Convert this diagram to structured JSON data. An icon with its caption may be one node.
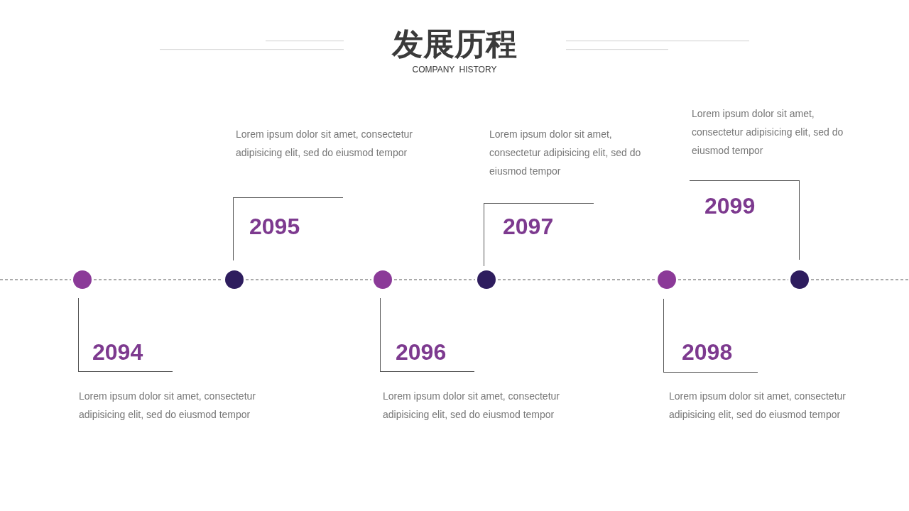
{
  "diagram": {
    "title": "发展历程",
    "nodes": [
      {
        "text": [],
        "shape": "circle"
      },
      {
        "text": [],
        "shape": "circle"
      },
      {
        "text": [],
        "shape": "circle"
      },
      {
        "text": [],
        "shape": "circle"
      },
      {
        "text": [],
        "shape": "circle"
      },
      {
        "text": [],
        "shape": "circle"
      },
      {
        "text": [
          "2094"
        ],
        "beside": [
          "Lorem ipsum dolor sit amet, consectetur adipisicing elit, sed do eiusmod tempor"
        ]
      },
      {
        "text": [
          "2095"
        ],
        "beside": [
          "Lorem ipsum dolor sit amet, consectetur adipisicing elit, sed do eiusmod tempor"
        ]
      },
      {
        "text": [
          "2096"
        ],
        "beside": [
          "Lorem ipsum dolor sit amet, consectetur adipisicing elit, sed do eiusmod tempor"
        ]
      },
      {
        "text": [
          "2097"
        ],
        "beside": [
          "Lorem ipsum dolor sit amet, consectetur adipisicing elit, sed do eiusmod tempor"
        ]
      },
      {
        "text": [
          "2098"
        ],
        "beside": [
          "Lorem ipsum dolor sit amet, consectetur adipisicing elit, sed do eiusmod tempor"
        ]
      },
      {
        "text": [
          "2099"
        ],
        "beside": [
          "Lorem ipsum dolor sit amet, consectetur adipisicing elit, sed do eiusmod tempor"
        ]
      }
    ],
    "edges": [
      {
        "from": null,
        "to": 0,
        "arrow": "none",
        "style": "dashed"
      },
      {
        "from": 0,
        "to": 1,
        "arrow": "none",
        "style": "dashed"
      },
      {
        "from": 1,
        "to": 2,
        "arrow": "none",
        "style": "dashed"
      },
      {
        "from": 2,
        "to": 3,
        "arrow": "none",
        "style": "dashed"
      },
      {
        "from": 3,
        "to": 4,
        "arrow": "none",
        "style": "dashed"
      },
      {
        "from": 4,
        "to": 5,
        "arrow": "none",
        "style": "dashed"
      },
      {
        "from": 5,
        "to": null,
        "arrow": "none",
        "style": "dashed"
      }
    ],
    "labels": [
      "COMPANY HISTORY"
    ]
  }
}
